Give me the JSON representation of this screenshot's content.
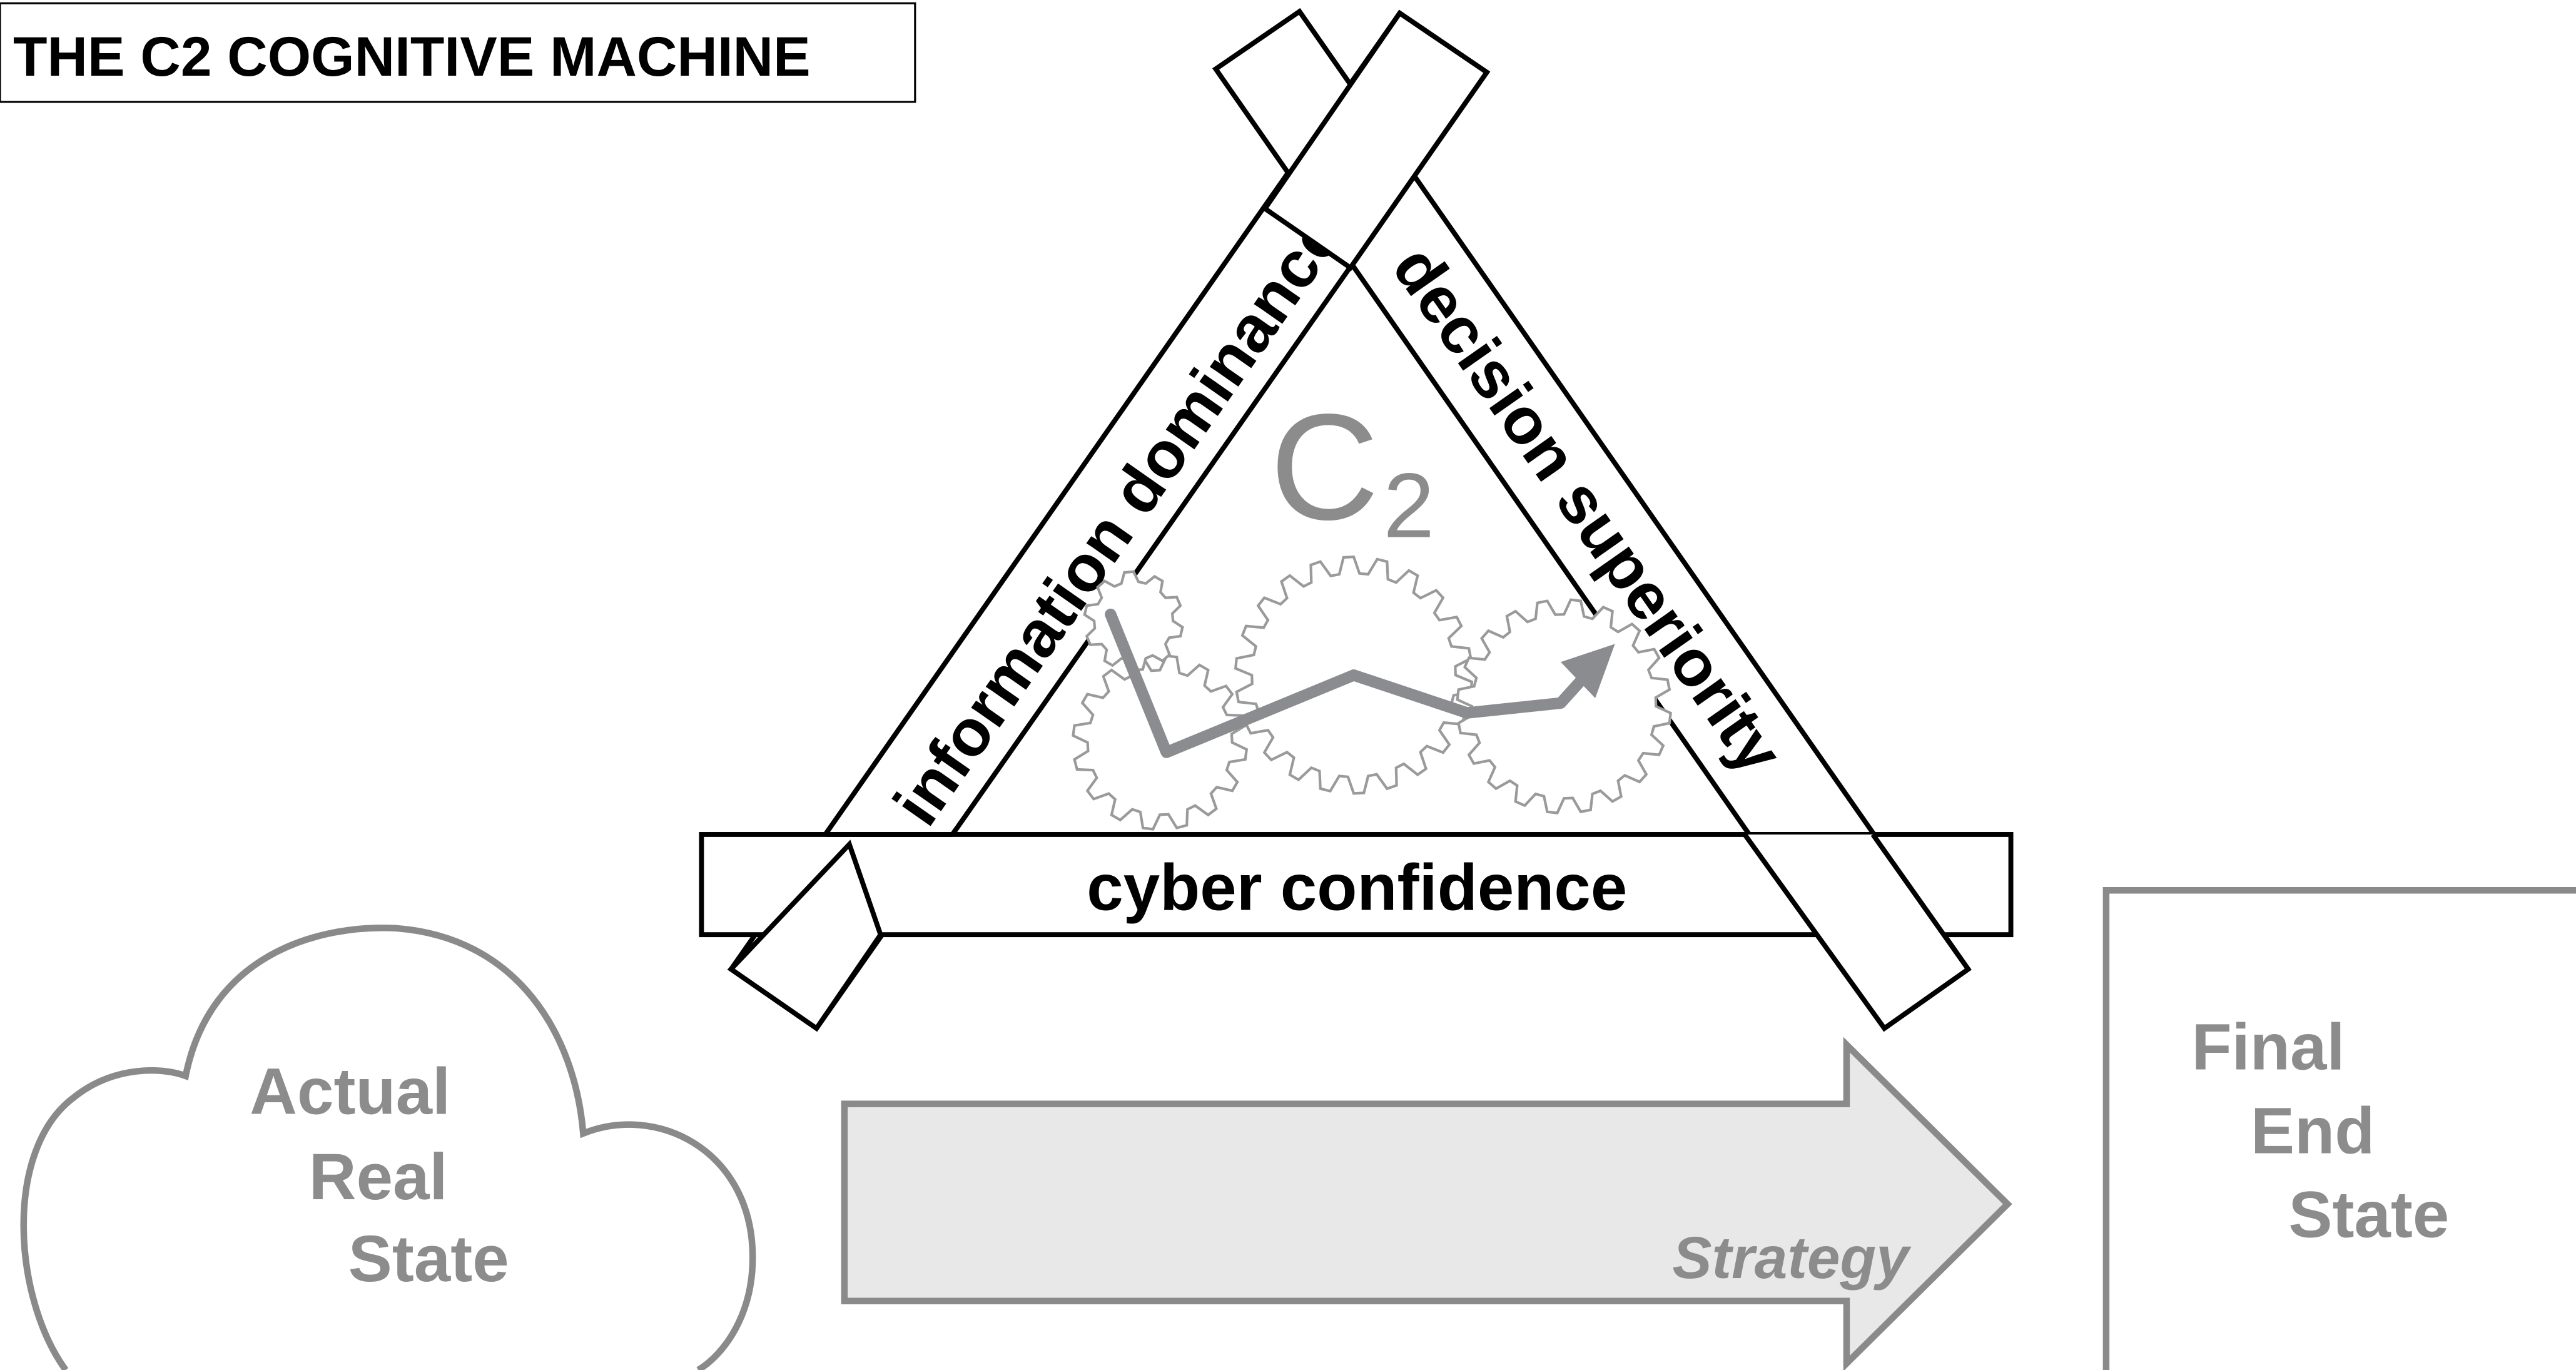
{
  "title": "THE C2 COGNITIVE MACHINE",
  "bars": {
    "left": "information dominance",
    "right": "decision superiority",
    "bottom": "cyber confidence"
  },
  "center": {
    "main": "C",
    "sub": "2"
  },
  "cloud": {
    "line1": "Actual",
    "line2": "Real",
    "line3": "State"
  },
  "arrow": {
    "label": "Strategy"
  },
  "end_box": {
    "line1": "Final",
    "line2": "End",
    "line3": "State"
  },
  "colors": {
    "ink": "#000000",
    "grey_text": "#8c8c8c",
    "grey_stroke": "#8a8a8a",
    "arrow_fill": "#e8e8e8",
    "gear_stroke": "#9a9a9a",
    "path_stroke": "#8a8c90"
  }
}
